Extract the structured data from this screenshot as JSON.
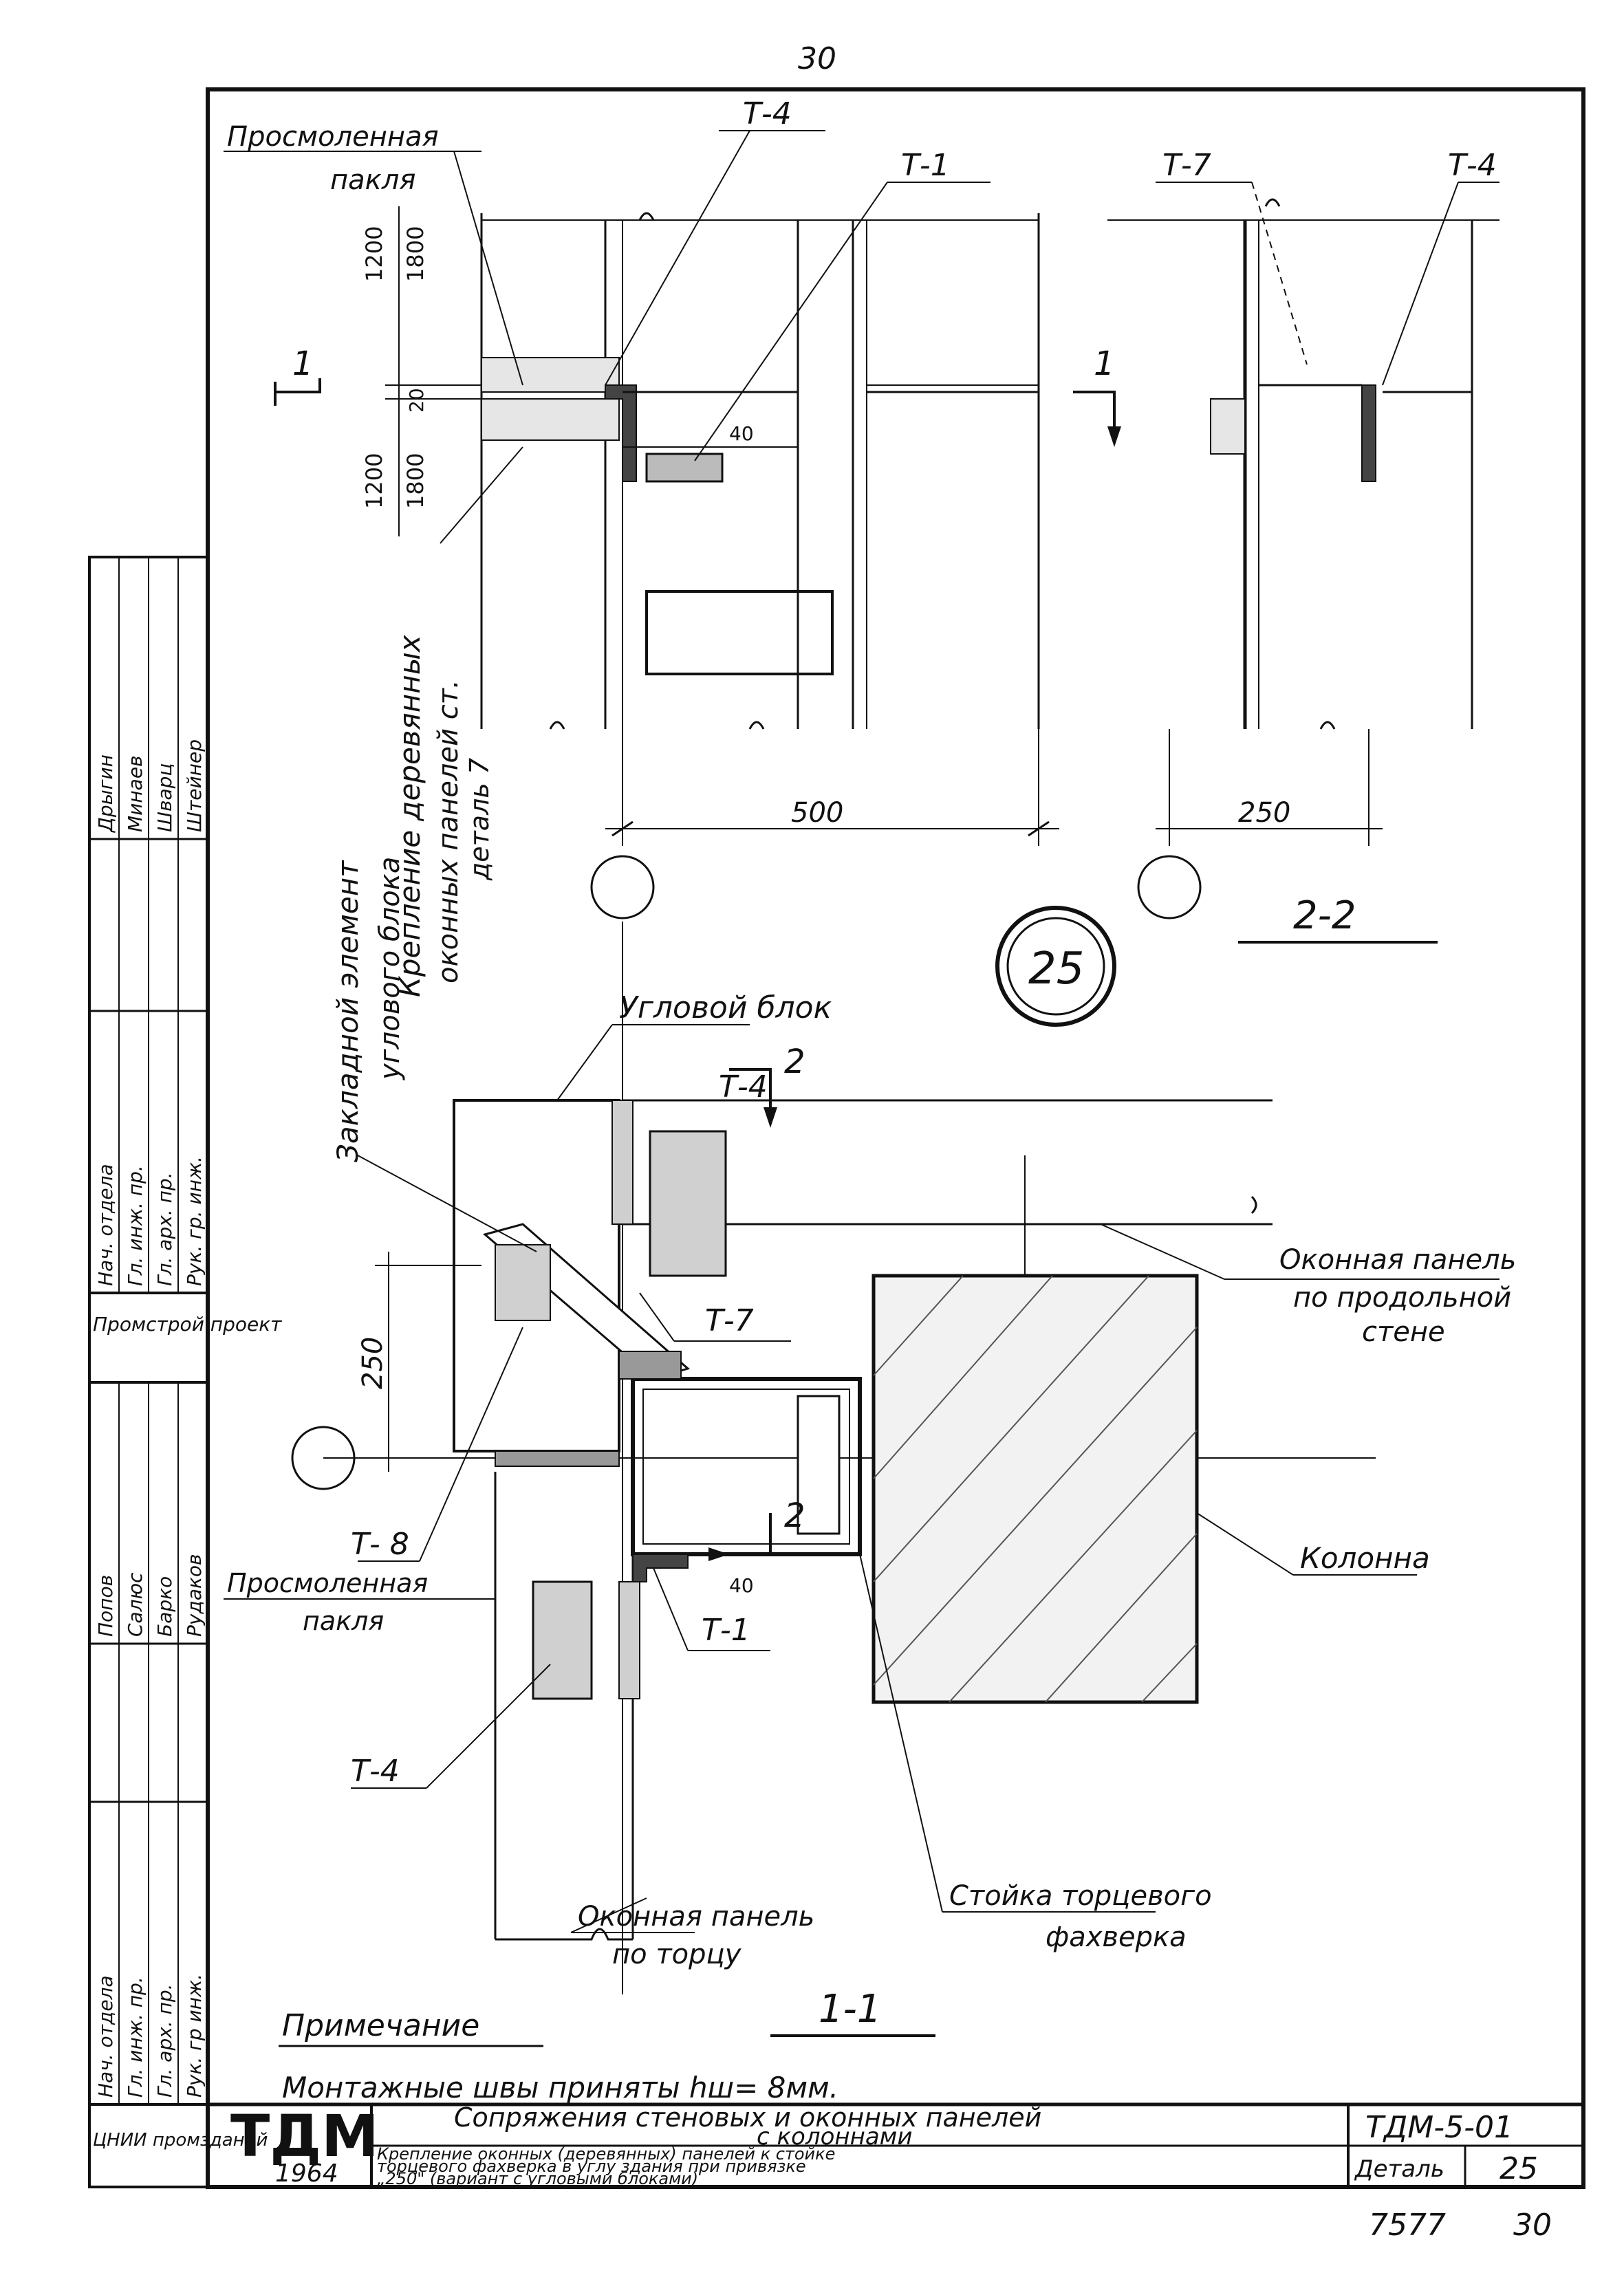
{
  "page_number_top": "30",
  "page_number_bottom": "30",
  "sheet_number": "7577",
  "callout_number": "25",
  "section_top_left_labels": {
    "prosm_pakla": "Просмоленная",
    "prosm_pakla_2": "пакля",
    "t4": "Т-4",
    "t1": "Т-1",
    "dim_1200_top": "1200",
    "dim_1800_top": "1800",
    "dim_1200_bot": "1200",
    "dim_1800_bot": "1800",
    "dim_20": "20",
    "dim_40": "40",
    "dim_500": "500",
    "cut_mark": "1"
  },
  "section_top_right_labels": {
    "t7": "Т-7",
    "t4": "Т-4",
    "dim_250": "250",
    "cut_mark": "1",
    "section_title": "2-2"
  },
  "vertical_notes": {
    "zakladnoy_1": "Закладной элемент",
    "zakladnoy_2": "углового блока",
    "kreplenie_1": "Крепление деревянных",
    "kreplenie_2": "оконных панелей ст.",
    "kreplenie_3": "деталь 7"
  },
  "plan_labels": {
    "uglovoy_blok": "Угловой блок",
    "t4_top": "Т-4",
    "cut_2_top": "2",
    "dim_250": "250",
    "t7": "Т-7",
    "okonnaya_1": "Оконная панель",
    "okonnaya_2": "по продольной",
    "okonnaya_3": "стене",
    "t8": "Т- 8",
    "cut_2_bot": "2",
    "kolonna": "Колонна",
    "prosm_1": "Просмоленная",
    "prosm_2": "пакля",
    "t1": "Т-1",
    "dim_40": "40",
    "t4_bot": "Т-4",
    "okon_tor_1": "Оконная панель",
    "okon_tor_2": "по торцу",
    "stoyka_1": "Стойка торцевого",
    "stoyka_2": "фахверка",
    "section_title": "1-1"
  },
  "note": {
    "title": "Примечание",
    "text": "Монтажные швы приняты hш= 8мм."
  },
  "stamp_left_top": {
    "rows": [
      {
        "role": "Нач. отдела",
        "name": "Дрыгин"
      },
      {
        "role": "Гл. инж. пр.",
        "name": "Минаев"
      },
      {
        "role": "Гл. арх. пр.",
        "name": "Шварц"
      },
      {
        "role": "Рук. гр. инж.",
        "name": "Штейнер"
      }
    ],
    "org": "Промстрой проект"
  },
  "stamp_left_bottom": {
    "rows": [
      {
        "role": "Нач. отдела",
        "name": "Попов"
      },
      {
        "role": "Гл. инж. пр.",
        "name": "Салюс"
      },
      {
        "role": "Гл. арх. пр.",
        "name": "Барко"
      },
      {
        "role": "Рук. гр инж.",
        "name": "Рудаков"
      }
    ],
    "org": "ЦНИИ промзданий"
  },
  "title_block": {
    "logo": "ТДМ",
    "year": "1964",
    "title_1": "Сопряжения стеновых и оконных панелей",
    "title_2": "с колоннами",
    "desc_1": "Крепление оконных (деревянных) панелей к стойке",
    "desc_2": "торцевого фахверка в углу здания при привязке",
    "desc_3": "„250\" (вариант с угловыми блоками)",
    "code": "ТДМ-5-01",
    "detail_label": "Деталь",
    "detail_number": "25"
  }
}
